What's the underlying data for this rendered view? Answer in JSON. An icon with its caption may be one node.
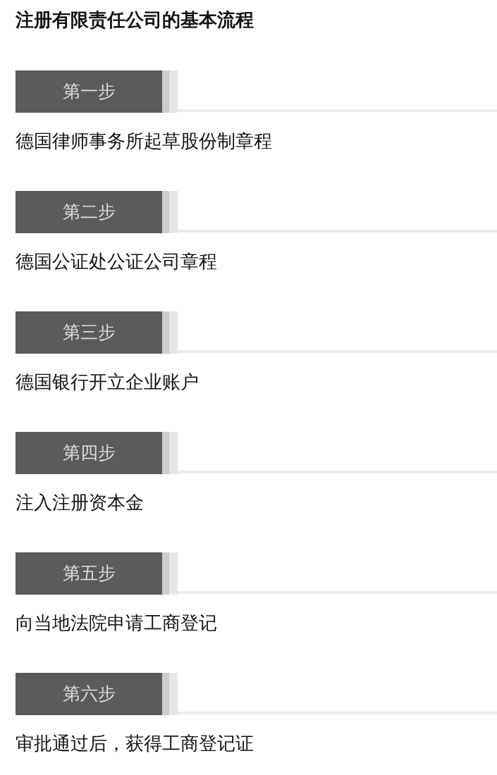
{
  "diagram": {
    "title": "注册有限责任公司的基本流程",
    "nodes": [
      {
        "text": [
          "第一步"
        ],
        "beside": [
          "德国律师事务所起草股份制章程"
        ]
      },
      {
        "text": [
          "第二步"
        ],
        "beside": [
          "德国公证处公证公司章程"
        ]
      },
      {
        "text": [
          "第三步"
        ],
        "beside": [
          "德国银行开立企业账户"
        ]
      },
      {
        "text": [
          "第四步"
        ],
        "beside": [
          "注入注册资本金"
        ]
      },
      {
        "text": [
          "第五步"
        ],
        "beside": [
          "向当地法院申请工商登记"
        ]
      },
      {
        "text": [
          "第六步"
        ],
        "beside": [
          "审批通过后，获得工商登记证"
        ]
      }
    ]
  }
}
